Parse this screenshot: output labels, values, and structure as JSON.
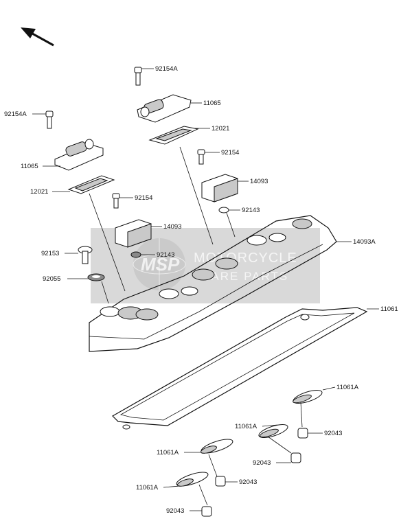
{
  "watermark": {
    "logo": "MSP",
    "line1": "MOTORCYCLE",
    "line2": "SPARE PARTS"
  },
  "labels": {
    "p92154A_top": "92154A",
    "p11065_top": "11065",
    "p92154A_left": "92154A",
    "p11065_left": "11065",
    "p12021_top": "12021",
    "p92154_right": "92154",
    "p14093_right": "14093",
    "p92143_right": "92143",
    "p12021_left": "12021",
    "p92154_left": "92154",
    "p14093_left": "14093",
    "p92153": "92153",
    "p92143_left": "92143",
    "p92055": "92055",
    "p14093A": "14093A",
    "p11061": "11061",
    "p11061A_1": "11061A",
    "p92043_1": "92043",
    "p11061A_2": "11061A",
    "p92043_2": "92043",
    "p11061A_3": "11061A",
    "p92043_3": "92043",
    "p11061A_4": "11061A",
    "p92043_4": "92043"
  }
}
